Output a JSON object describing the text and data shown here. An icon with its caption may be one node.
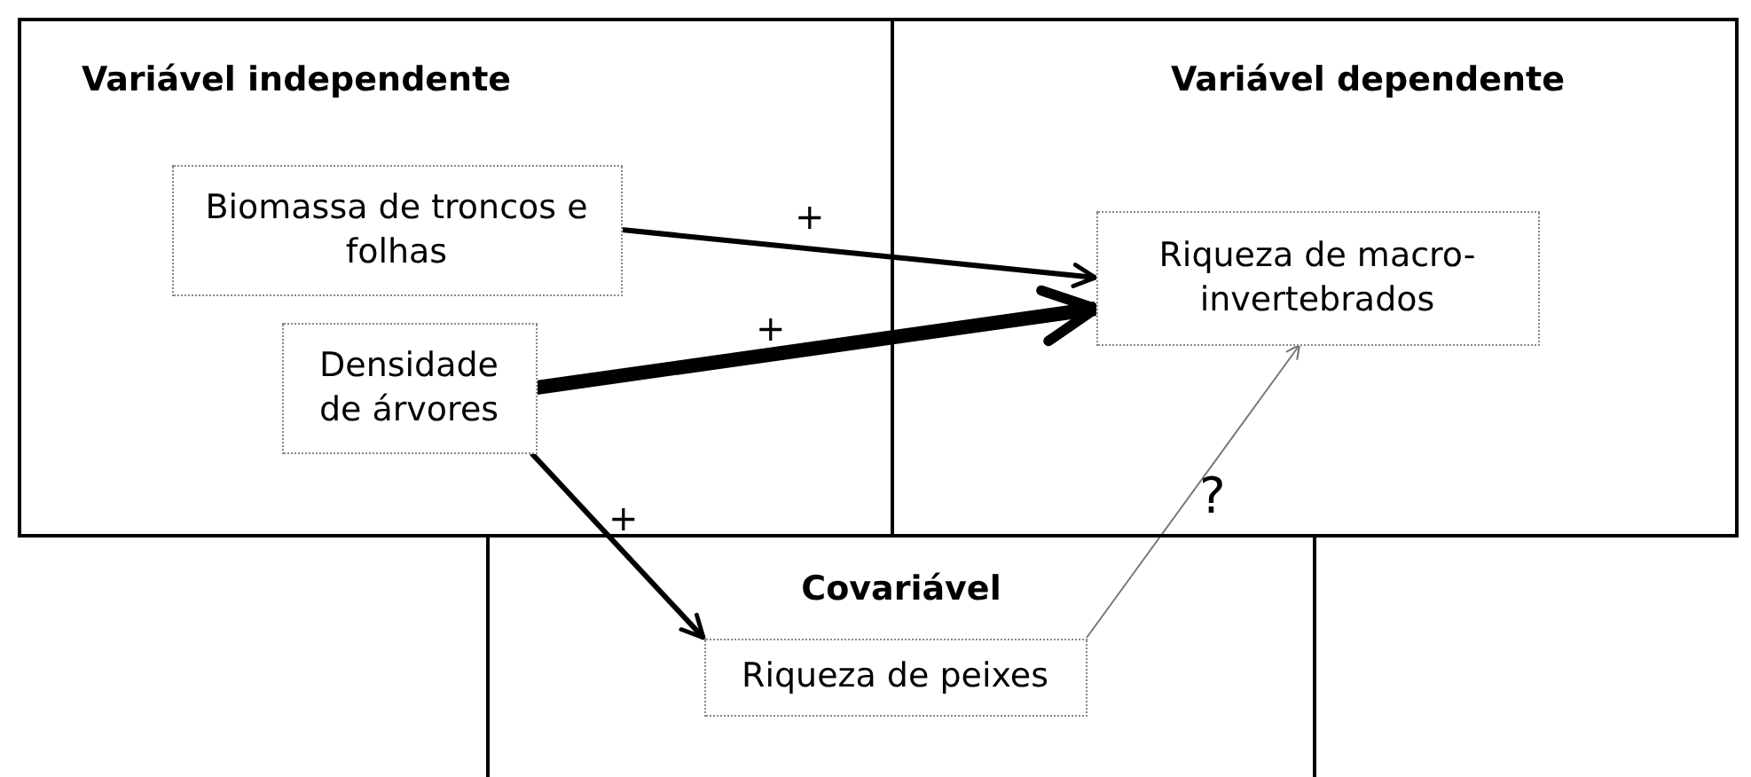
{
  "diagram": {
    "nodes": [
      {
        "text": [
          "Variável independente"
        ]
      },
      {
        "text": [
          "Variável dependente"
        ]
      },
      {
        "text": [
          "Covariável"
        ]
      },
      {
        "text": [
          "Biomassa de troncos e folhas"
        ],
        "in": 0
      },
      {
        "text": [
          "Densidade de árvores"
        ],
        "in": 0
      },
      {
        "text": [
          "Riqueza de macro-invertebrados"
        ],
        "in": 1
      },
      {
        "text": [
          "Riqueza de peixes"
        ],
        "in": 2
      }
    ],
    "edges": [
      {
        "from": 3,
        "to": 5,
        "arrow": "to",
        "label": "+"
      },
      {
        "from": 4,
        "to": 5,
        "arrow": "to",
        "label": "+",
        "style": "thick"
      },
      {
        "from": 4,
        "to": 6,
        "arrow": "to",
        "label": "+"
      },
      {
        "from": 6,
        "to": 5,
        "arrow": "to",
        "label": "?",
        "color": "#777777"
      }
    ]
  }
}
